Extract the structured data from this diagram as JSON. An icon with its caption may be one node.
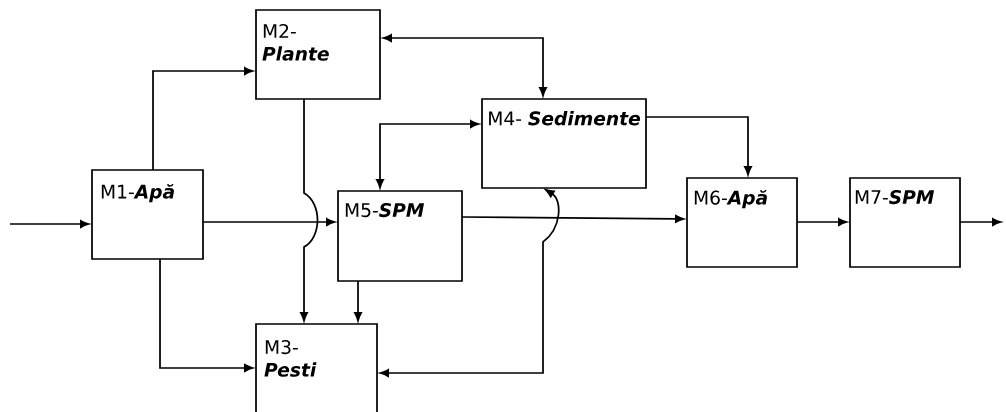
{
  "diagram": {
    "nodes": [
      {
        "text": [
          "M1-**Apă**"
        ]
      },
      {
        "text": [
          "M2- **Plante**"
        ]
      },
      {
        "text": [
          "M3- **Pesti**"
        ]
      },
      {
        "text": [
          "M4- **Sedimente**"
        ]
      },
      {
        "text": [
          "M5-**SPM**"
        ]
      },
      {
        "text": [
          "M6-**Apă**"
        ]
      },
      {
        "text": [
          "M7-**SPM**"
        ]
      }
    ],
    "edges": [
      {
        "from": null,
        "to": 0,
        "arrow": "to"
      },
      {
        "from": 0,
        "to": 1,
        "arrow": "to"
      },
      {
        "from": 0,
        "to": 4,
        "arrow": "to"
      },
      {
        "from": 0,
        "to": 2,
        "arrow": "to"
      },
      {
        "from": 1,
        "to": 2,
        "arrow": "to"
      },
      {
        "from": 3,
        "to": 1,
        "arrow": "both"
      },
      {
        "from": 4,
        "to": 3,
        "arrow": "both"
      },
      {
        "from": 4,
        "to": 2,
        "arrow": "to"
      },
      {
        "from": 4,
        "to": 5,
        "arrow": "to"
      },
      {
        "from": 3,
        "to": 2,
        "arrow": "both"
      },
      {
        "from": 3,
        "to": 5,
        "arrow": "to"
      },
      {
        "from": 5,
        "to": 6,
        "arrow": "to"
      },
      {
        "from": 6,
        "to": null,
        "arrow": "to"
      }
    ]
  }
}
